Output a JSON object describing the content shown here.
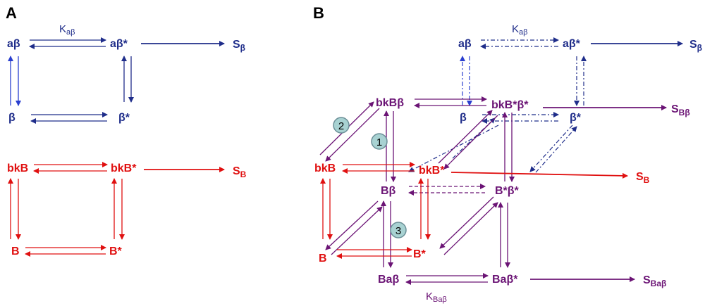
{
  "colors": {
    "blue": "#1f2d8a",
    "light_blue": "#2a3fcf",
    "red": "#e01010",
    "purple": "#6b1475",
    "circle_fill": "#a8d2d2",
    "circle_stroke": "#6b8f97"
  },
  "panel_a": {
    "label": "A",
    "nodes": {
      "ab": "aβ",
      "ab_star": "aβ*",
      "b": "β",
      "b_star": "β*",
      "bkB": "bkB",
      "bkB_star": "bkB*",
      "B": "B",
      "B_star": "B*"
    },
    "k_label": "K",
    "k_sub": "aβ",
    "s_beta": {
      "main": "S",
      "sub": "β"
    },
    "s_B": {
      "main": "S",
      "sub": "B"
    }
  },
  "panel_b": {
    "label": "B",
    "nodes": {
      "ab": "aβ",
      "ab_star": "aβ*",
      "b": "β",
      "b_star": "β*",
      "bkBb": "bkBβ",
      "bkBstar_bstar": "bkB*β*",
      "bkB": "bkB",
      "bkB_star": "bkB*",
      "Bb": "Bβ",
      "Bstar_bstar": "B*β*",
      "B": "B",
      "B_star": "B*",
      "Bab": "Baβ",
      "Bab_star": "Baβ*"
    },
    "k_top": {
      "main": "K",
      "sub": "aβ"
    },
    "k_bottom": {
      "main": "K",
      "sub": "Baβ"
    },
    "s_beta": {
      "main": "S",
      "sub": "β"
    },
    "s_Bbeta": {
      "main": "S",
      "sub": "Bβ"
    },
    "s_B": {
      "main": "S",
      "sub": "B"
    },
    "s_Babeta": {
      "main": "S",
      "sub": "Baβ"
    },
    "circles": [
      "2",
      "1",
      "3"
    ]
  }
}
